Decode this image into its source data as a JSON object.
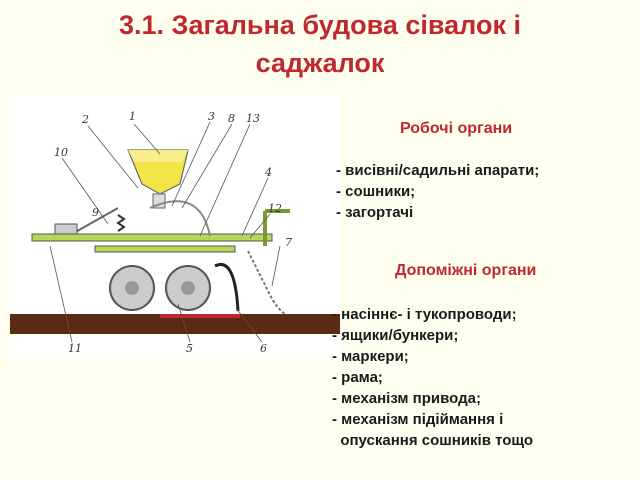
{
  "title": {
    "line1": "3.1. Загальна будова сівалок і",
    "line2": "саджалок"
  },
  "figure": {
    "callouts": [
      "1",
      "2",
      "3",
      "8",
      "13",
      "10",
      "4",
      "12",
      "7",
      "9",
      "11",
      "5",
      "6"
    ]
  },
  "working_parts": {
    "heading": "Робочі органи",
    "items": [
      "- висівні/садильні апарати;",
      "- сошники;",
      "- загортачі"
    ]
  },
  "auxiliary_parts": {
    "heading": "Допоміжні органи",
    "items": [
      "- насіннє- і тукопроводи;",
      "- ящики/бункери;",
      "- маркери;",
      "- рама;",
      "- механізм привода;",
      "- механізм підіймання і",
      "  опускання сошників тощо"
    ]
  }
}
